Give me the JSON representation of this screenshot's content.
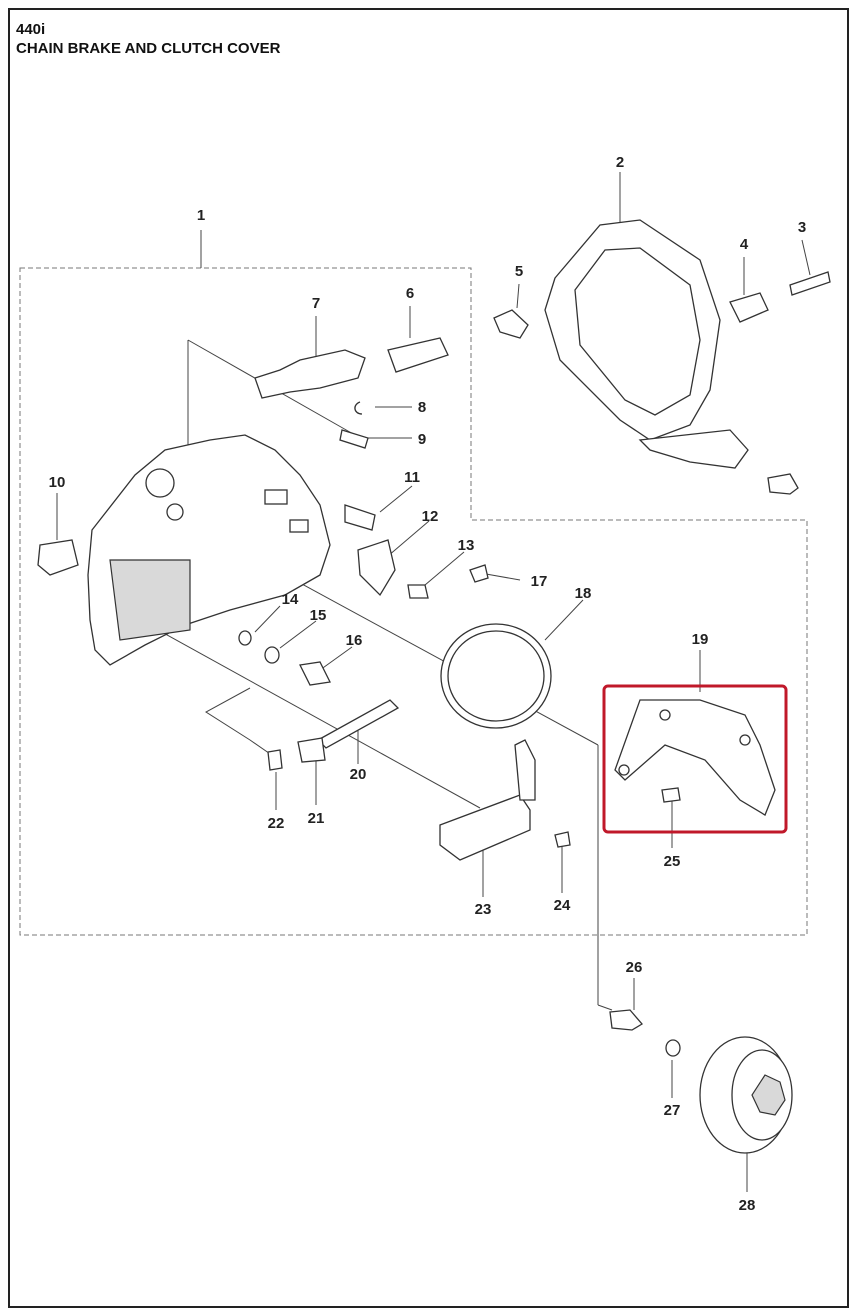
{
  "header": {
    "model": "440i",
    "title": "CHAIN BRAKE AND CLUTCH COVER"
  },
  "labels": [
    "1",
    "2",
    "3",
    "4",
    "5",
    "6",
    "7",
    "8",
    "9",
    "10",
    "11",
    "12",
    "13",
    "14",
    "15",
    "16",
    "17",
    "18",
    "19",
    "20",
    "21",
    "22",
    "23",
    "24",
    "25",
    "26",
    "27",
    "28"
  ],
  "highlight": {
    "part": "19",
    "color": "#c0182a"
  },
  "colors": {
    "frame": "#222222",
    "lines": "#444444"
  }
}
